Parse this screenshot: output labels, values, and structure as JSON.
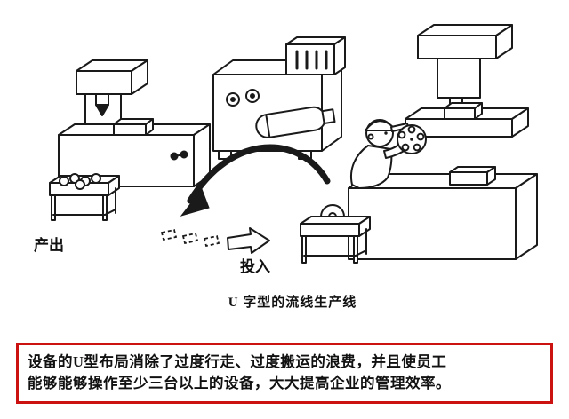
{
  "page": {
    "background": "#ffffff",
    "frame_color": "#d9d9d9"
  },
  "illustration": {
    "caption": "U 字型的流线生产线",
    "label_output": "产出",
    "label_input": "投入",
    "ink_color": "#1a1a1a",
    "elements": [
      "milling-machine-left",
      "press-machine-center",
      "slotted-machine-top",
      "milling-machine-right",
      "worker-with-reel",
      "workbench-right",
      "output-parts-table",
      "round-part-table",
      "curved-flow-arrow",
      "dashed-work-pieces",
      "input-hollow-arrow"
    ]
  },
  "note": {
    "line1": "设备的U型布局消除了过度行走、过度搬运的浪费，并且使员工",
    "line2": "能够能够操作至少三台以上的设备，大大提高企业的管理效率。",
    "border_color": "#cc1111",
    "text_color": "#111111"
  }
}
